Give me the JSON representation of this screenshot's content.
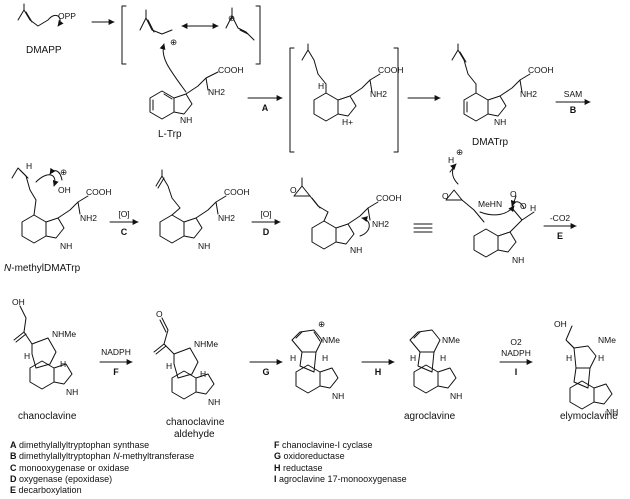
{
  "compounds": {
    "dmapp": "DMAPP",
    "ltrp": "L-Trp",
    "dmatrp": "DMATrp",
    "methyl_prefix": "N",
    "methyl_rest": "-methylDMATrp",
    "chanoclavine": "chanoclavine",
    "chanoclavine_aldehyde_1": "chanoclavine",
    "chanoclavine_aldehyde_2": "aldehyde",
    "agroclavine": "agroclavine",
    "elymoclavine": "elymoclavine"
  },
  "atoms": {
    "opp": "OPP",
    "cooh": "COOH",
    "nh2": "NH2",
    "h": "H",
    "nh": "NH",
    "oh": "OH",
    "nhme": "NHMe",
    "nme": "NMe",
    "mehn": "MeHN",
    "o": "O",
    "h_plus": "H+",
    "plus": "+",
    "oplus": "⊕"
  },
  "steps": {
    "a": "A",
    "b": "B",
    "c": "C",
    "d": "D",
    "e": "E",
    "f": "F",
    "g": "G",
    "h": "H",
    "i": "I"
  },
  "conditions": {
    "sam": "SAM",
    "o1": "[O]",
    "o2": "[O]",
    "co2": "-CO2",
    "nadph1": "NADPH",
    "o2_gas": "O2",
    "nadph2": "NADPH"
  },
  "legend": [
    {
      "key": "A",
      "text": "dimethylallyltryptophan synthase"
    },
    {
      "key": "B",
      "text_pre": "dimethylallyltryptophan ",
      "italic": "N",
      "text_post": "-methyltransferase"
    },
    {
      "key": "C",
      "text": "monooxygenase or oxidase"
    },
    {
      "key": "D",
      "text": "oxygenase (epoxidase)"
    },
    {
      "key": "E",
      "text": "decarboxylation"
    },
    {
      "key": "F",
      "text": "chanoclavine-I cyclase"
    },
    {
      "key": "G",
      "text": "oxidoreductase"
    },
    {
      "key": "H",
      "text": "reductase"
    },
    {
      "key": "I",
      "text": "agroclavine 17-monooxygenase"
    }
  ]
}
